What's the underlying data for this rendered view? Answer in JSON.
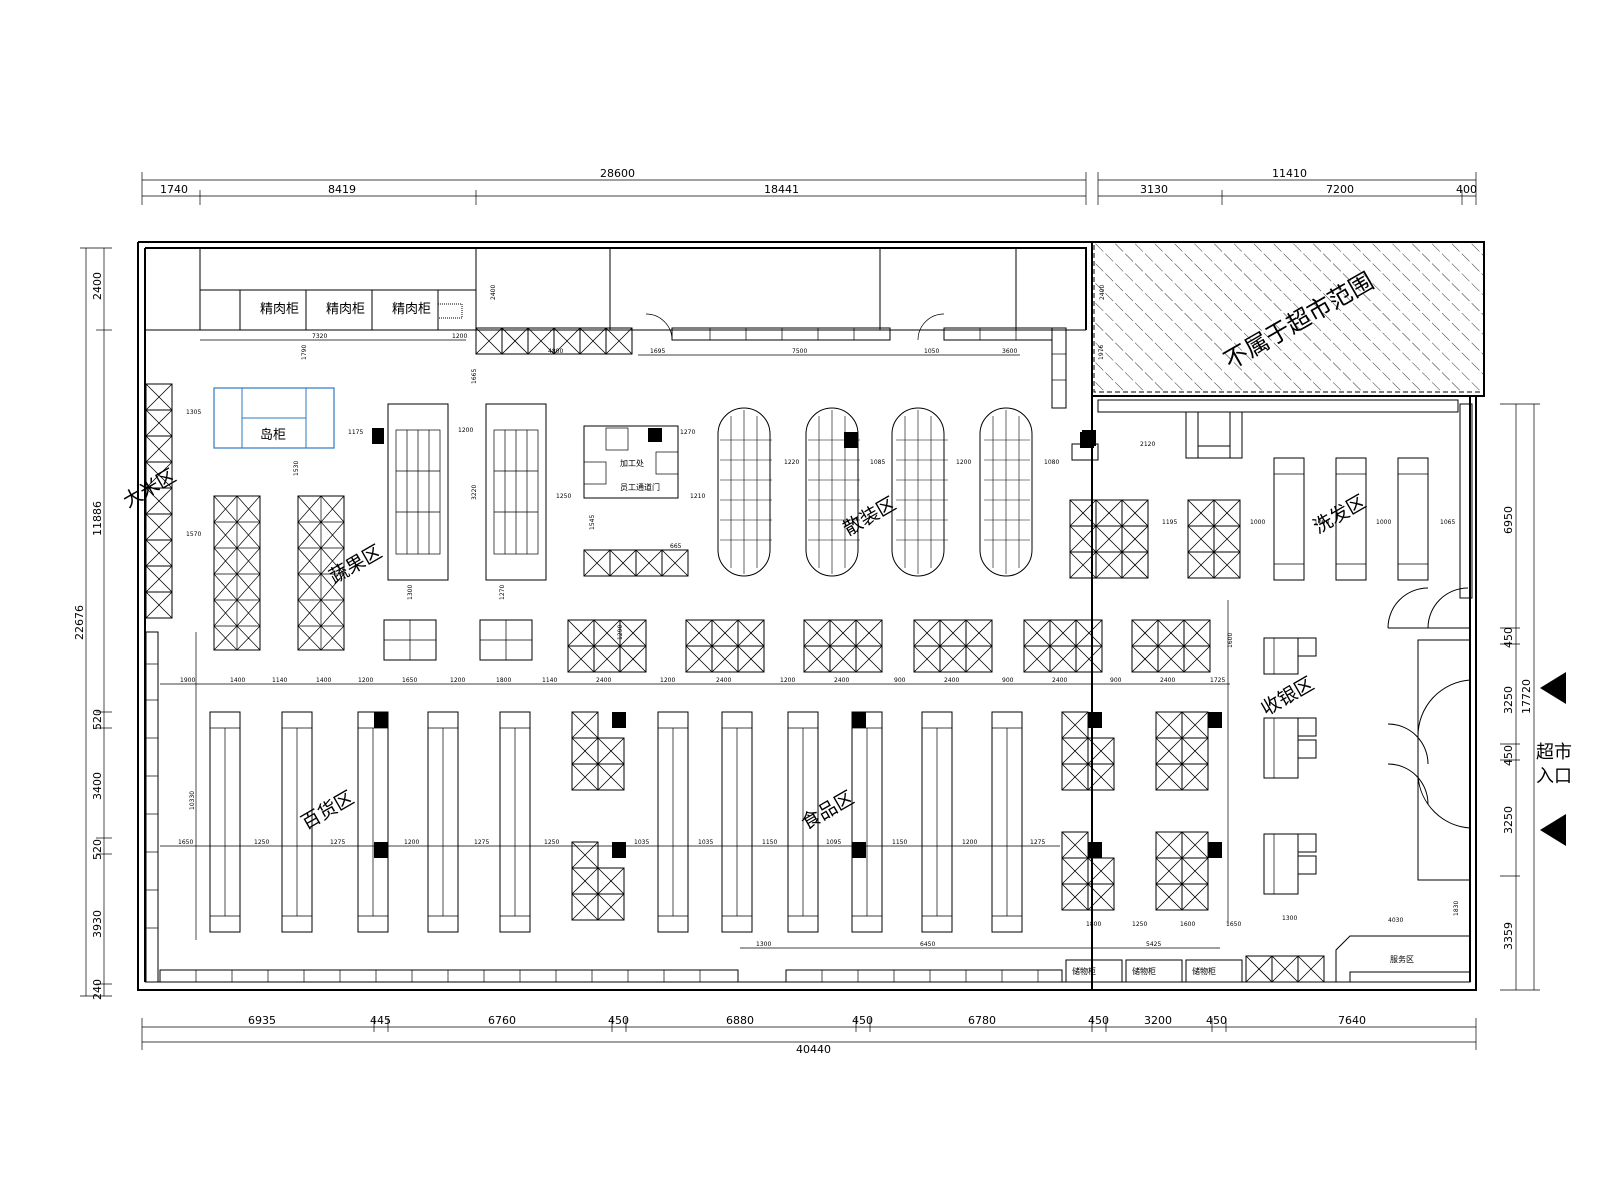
{
  "dimensions": {
    "top_total_left": "28600",
    "top_total_right": "11410",
    "top_seg": [
      "1740",
      "8419",
      "18441",
      "3130",
      "7200",
      "400"
    ],
    "bottom_seg": [
      "6935",
      "445",
      "6760",
      "450",
      "6880",
      "450",
      "6780",
      "450",
      "3200",
      "450",
      "7640"
    ],
    "bottom_total": "40440",
    "left_outer": "22676",
    "left_seg": [
      "2400",
      "11886",
      "520",
      "3400",
      "520",
      "3930",
      "240"
    ],
    "right_seg": [
      "6950",
      "450",
      "3250",
      "450",
      "3250",
      "3359"
    ],
    "right_total": "17720",
    "internal": {
      "d7320": "7320",
      "d1200": "1200",
      "d4800": "4800",
      "d1695": "1695",
      "d7500": "7500",
      "d1050": "1050",
      "d3600": "3600",
      "d2400": "2400",
      "d1976": "1976",
      "d1790": "1790",
      "d1305": "1305",
      "d1175": "1175",
      "d1570": "1570",
      "d1530": "1530",
      "d1665": "1665",
      "d3220": "3220",
      "d1250": "1250",
      "d1545": "1545",
      "d1210": "1210",
      "d665": "665",
      "d1270": "1270",
      "d1220": "1220",
      "d1085": "1085",
      "d1080": "1080",
      "d1195": "1195",
      "d1000": "1000",
      "d1065": "1065",
      "d1900": "1900",
      "d1400": "1400",
      "d1140": "1140",
      "d1800": "1800",
      "d900": "900",
      "d2120": "2120",
      "d1725": "1725",
      "d10330": "10330",
      "d1650": "1650",
      "d1275": "1275",
      "d1035": "1035",
      "d1150": "1150",
      "d1095": "1095",
      "d1290": "1290",
      "d6450": "6450",
      "d5425": "5425",
      "d1300": "1300",
      "d1600": "1600",
      "d4030": "4030",
      "d1830": "1830"
    }
  },
  "zones": {
    "rice": "大米区",
    "fruit_veg": "蔬果区",
    "bulk": "散装区",
    "wash_care": "洗发区",
    "cashier": "收银区",
    "general_goods": "百货区",
    "food": "食品区",
    "excluded": "不属于超市范围"
  },
  "fixtures": {
    "meat_counters": [
      "精肉柜",
      "精肉柜",
      "精肉柜"
    ],
    "island_counter": "岛柜",
    "processing": "加工处",
    "door_label": "员工通道门",
    "service_desk": "服务区",
    "storage_units": [
      "储物柜",
      "储物柜",
      "储物柜"
    ]
  },
  "entrance": {
    "label_line1": "超市",
    "label_line2": "入口"
  }
}
